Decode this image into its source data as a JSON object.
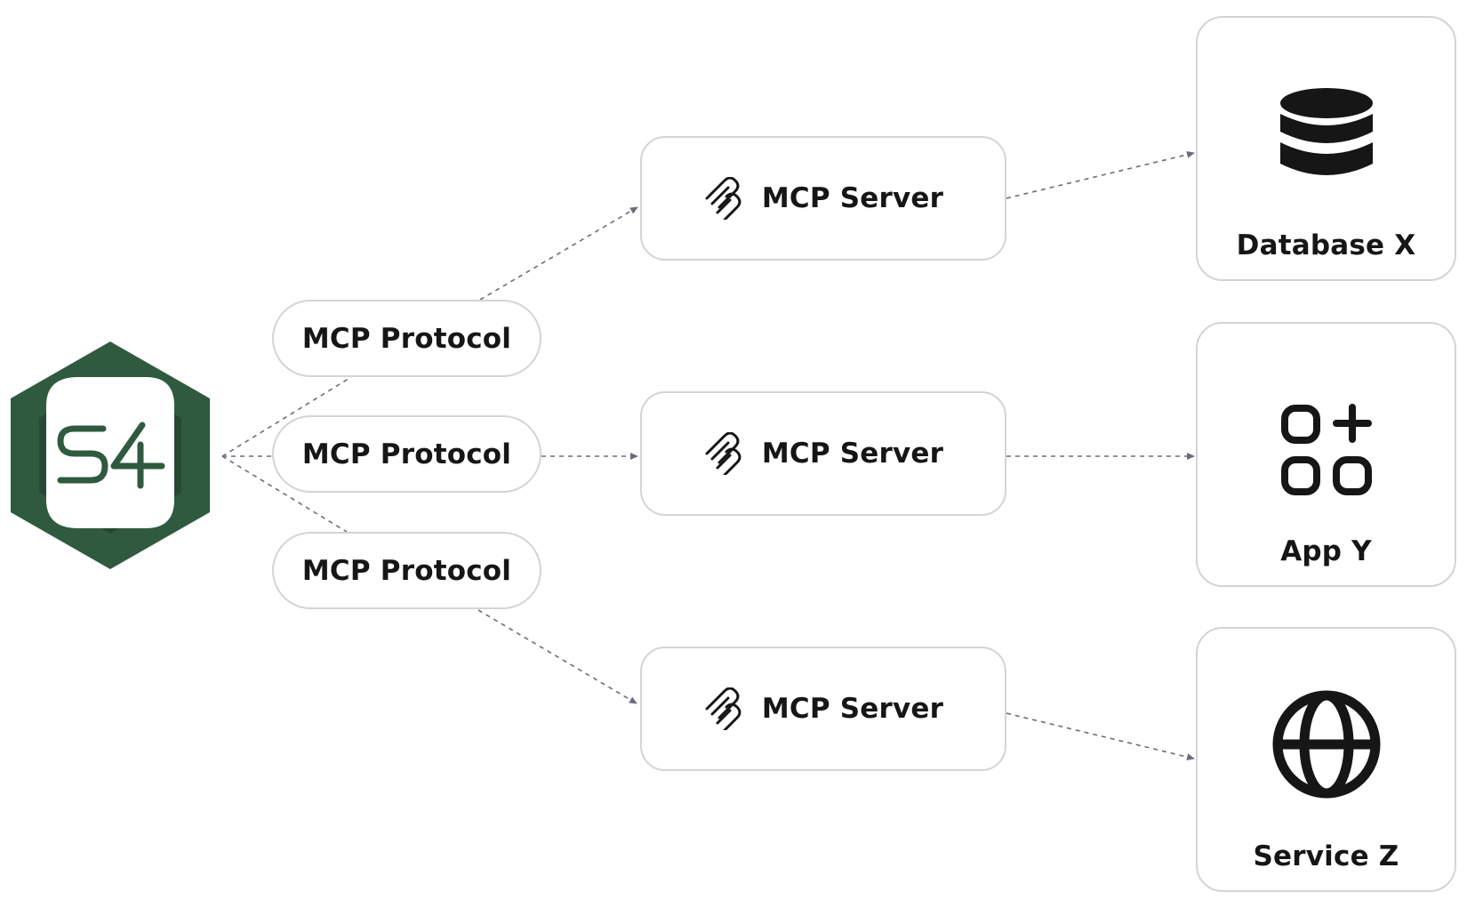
{
  "colors": {
    "brand_green": "#2f5a3f",
    "border": "#d4d4d6",
    "connector": "#6b6e7a",
    "text": "#161616"
  },
  "logo": {
    "icon": "s4-hexagon-logo-icon",
    "text": "S4"
  },
  "protocols": [
    {
      "label": "MCP Protocol"
    },
    {
      "label": "MCP Protocol"
    },
    {
      "label": "MCP Protocol"
    }
  ],
  "servers": [
    {
      "label": "MCP Server",
      "icon": "mcp-logo-icon"
    },
    {
      "label": "MCP Server",
      "icon": "mcp-logo-icon"
    },
    {
      "label": "MCP Server",
      "icon": "mcp-logo-icon"
    }
  ],
  "targets": [
    {
      "label": "Database X",
      "icon": "database-icon"
    },
    {
      "label": "App Y",
      "icon": "apps-grid-plus-icon"
    },
    {
      "label": "Service Z",
      "icon": "globe-icon"
    }
  ]
}
